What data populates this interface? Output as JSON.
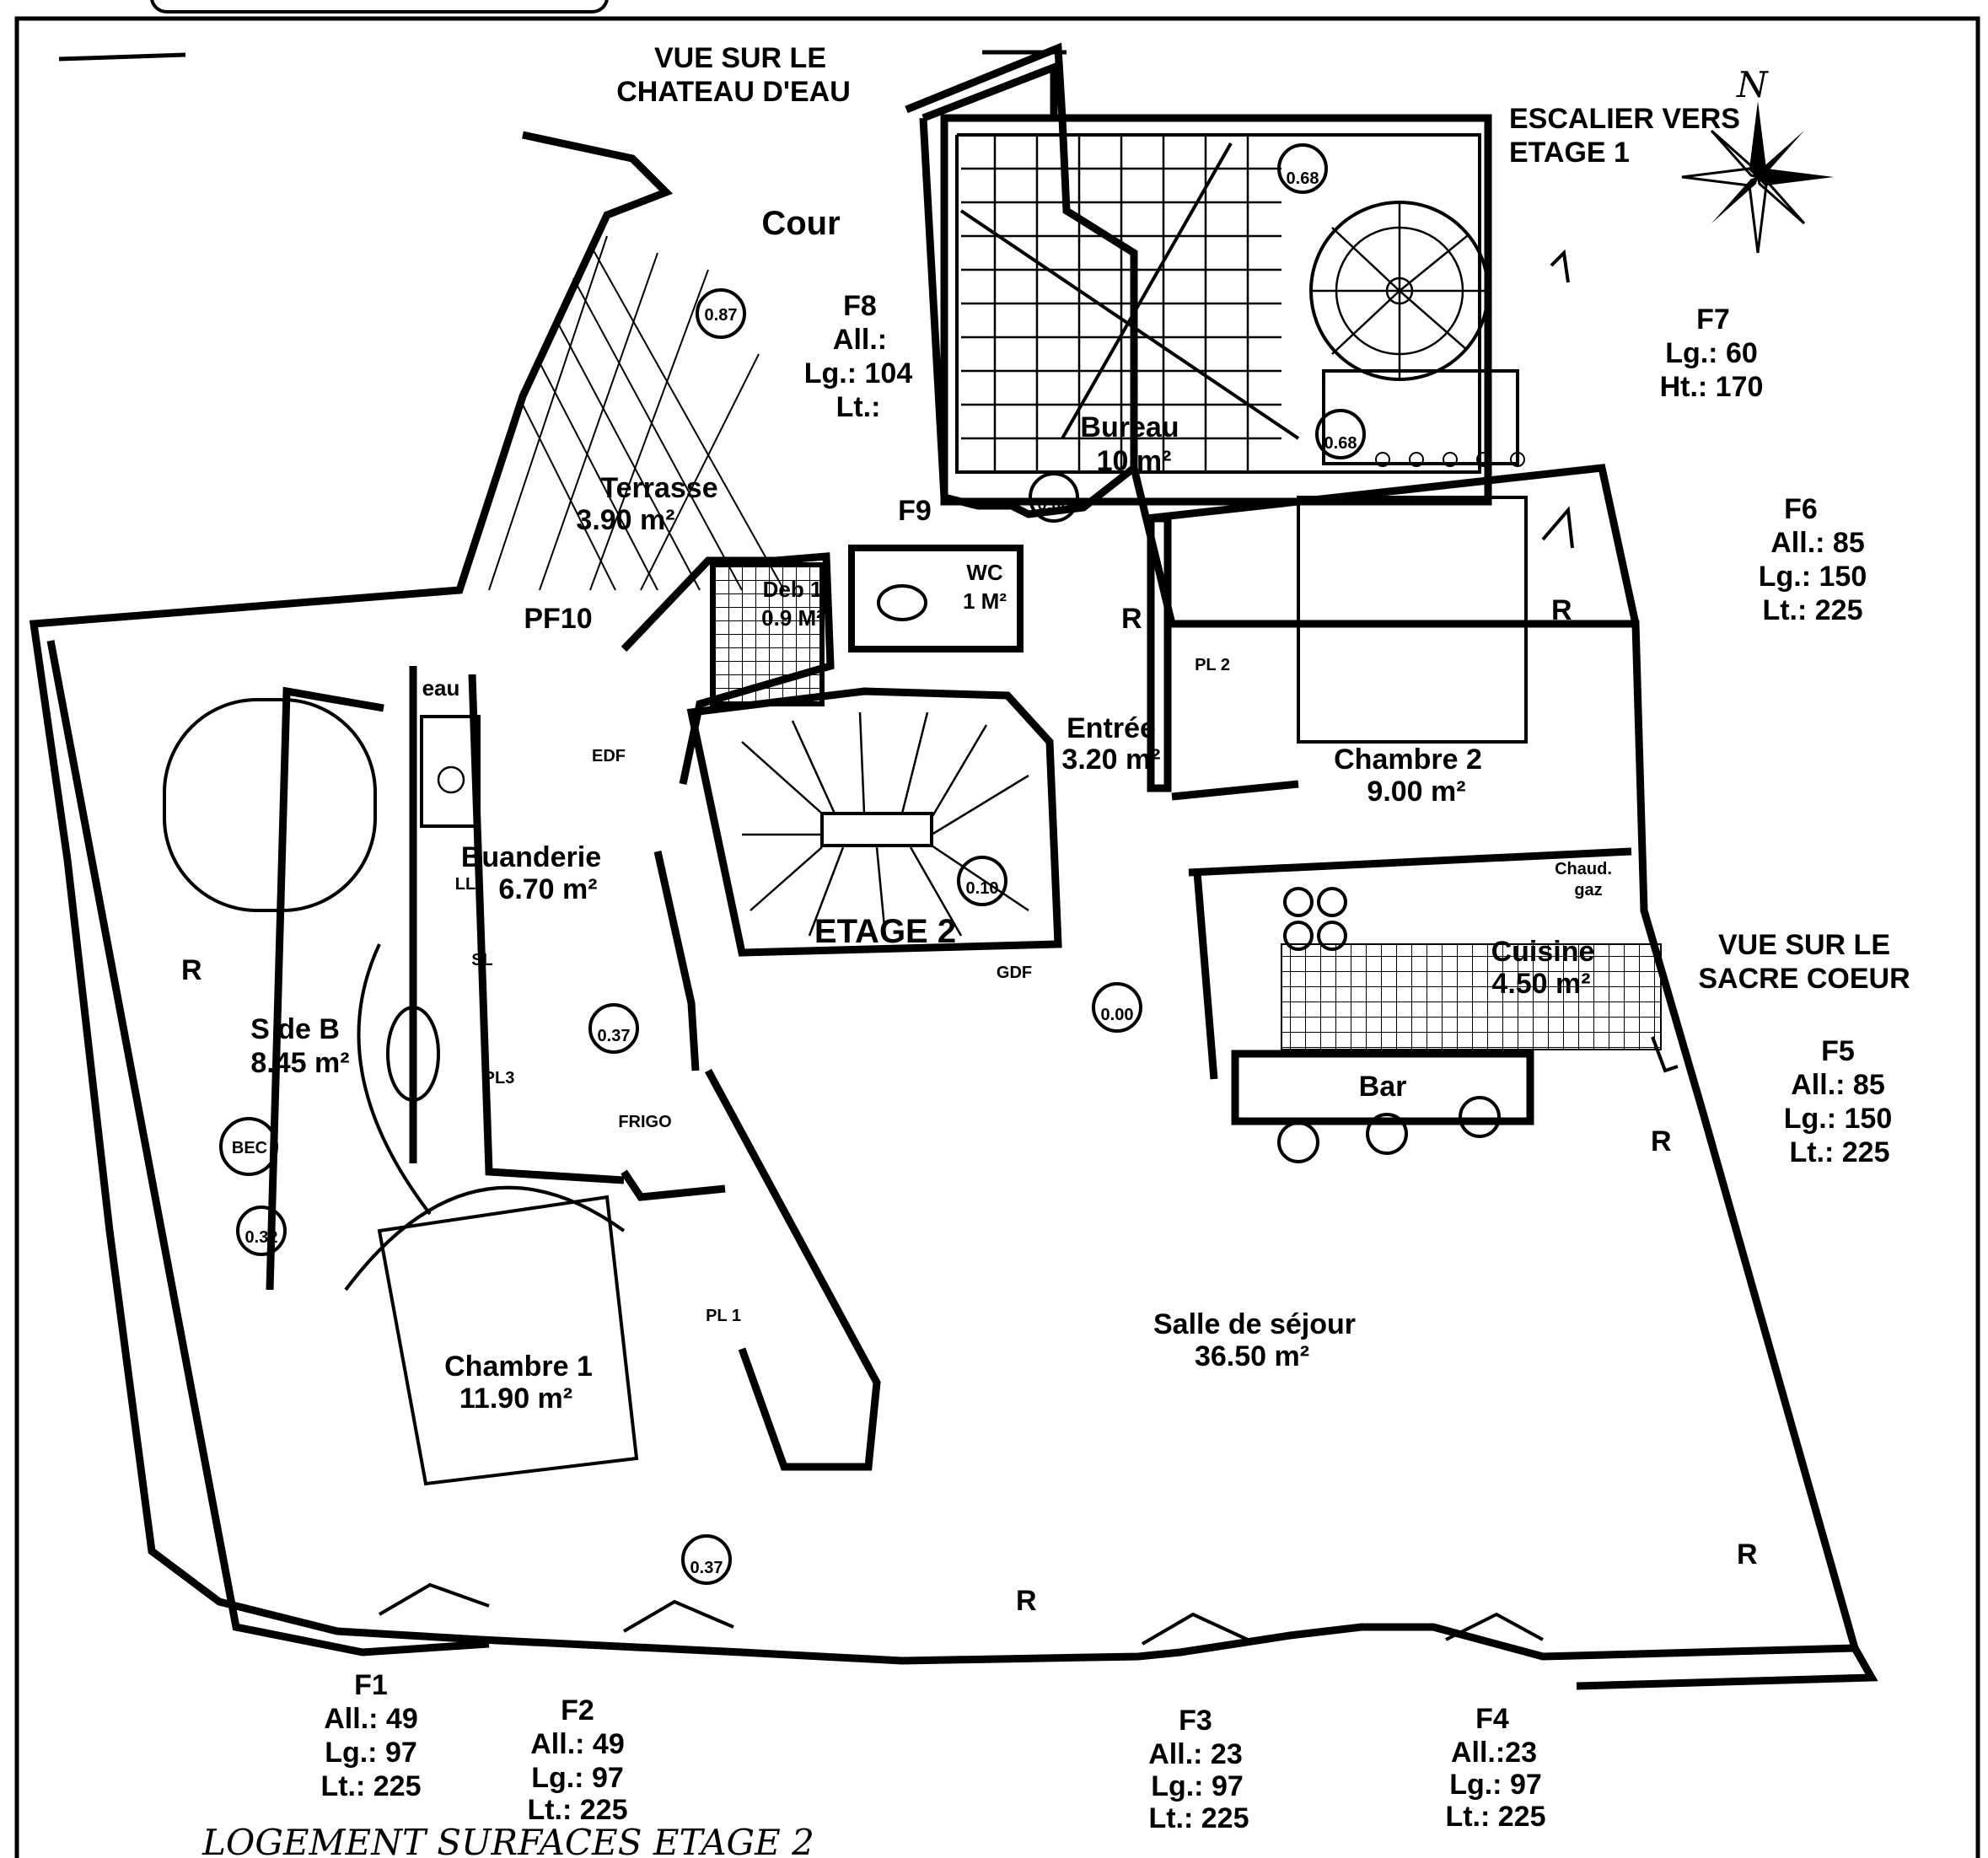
{
  "plan": {
    "handwritten_note": "LOGEMENT SURFACES ETAGE 2",
    "compass": {
      "north": "N"
    },
    "views": {
      "top_line1": "VUE SUR LE",
      "top_line2": "CHATEAU D'EAU",
      "right_line1": "VUE SUR LE",
      "right_line2": "SACRE COEUR"
    },
    "stairs_up": {
      "line1": "ESCALIER VERS",
      "line2": "ETAGE 1"
    },
    "floor_label": "ETAGE 2",
    "rooms": {
      "cour": {
        "name": "Cour"
      },
      "terrasse": {
        "name": "Terrasse",
        "area": "3.90 m²"
      },
      "bureau": {
        "name": "Bureau",
        "area": "10 m²"
      },
      "deb": {
        "name": "Deb 1",
        "area": "0.9 M²"
      },
      "wc": {
        "name": "WC",
        "area": "1 M²"
      },
      "entree": {
        "name": "Entrée",
        "area": "3.20 m²"
      },
      "chambre2": {
        "name": "Chambre 2",
        "area": "9.00 m²"
      },
      "buanderie": {
        "name": "Buanderie",
        "area": "6.70 m²"
      },
      "sdb": {
        "name": "S de B",
        "area": "8.45 m²"
      },
      "cuisine": {
        "name": "Cuisine",
        "area": "4.50 m²"
      },
      "bar": {
        "name": "Bar"
      },
      "sejour": {
        "name": "Salle de séjour",
        "area": "36.50 m²"
      },
      "chambre1": {
        "name": "Chambre 1",
        "area": "11.90 m²"
      }
    },
    "fixtures": {
      "pf10": "PF10",
      "eau": "eau",
      "edf": "EDF",
      "ll": "LL",
      "sl": "SL",
      "frigo": "FRIGO",
      "pl1": "PL 1",
      "pl2": "PL 2",
      "pl3": "PL3",
      "bec": "BEC",
      "chaud1": "Chaud.",
      "chaud2": "gaz",
      "gdf": "GDF",
      "f9": "F9"
    },
    "levels": {
      "l_087": "0.87",
      "l_068a": "0.68",
      "l_068b": "0.68",
      "l_006": "0.06",
      "l_010": "0.10",
      "l_000": "0.00",
      "l_037a": "0.37",
      "l_037b": "0.37",
      "l_032": "0.32"
    },
    "radiator": "R",
    "windows": {
      "f1": {
        "id": "F1",
        "all": "All.: 49",
        "lg": "Lg.: 97",
        "lt": "Lt.: 225"
      },
      "f2": {
        "id": "F2",
        "all": "All.: 49",
        "lg": "Lg.: 97",
        "lt": "Lt.: 225"
      },
      "f3": {
        "id": "F3",
        "all": "All.: 23",
        "lg": "Lg.: 97",
        "lt": "Lt.: 225"
      },
      "f4": {
        "id": "F4",
        "all": "All.:23",
        "lg": "Lg.: 97",
        "lt": "Lt.: 225"
      },
      "f5": {
        "id": "F5",
        "all": "All.: 85",
        "lg": "Lg.: 150",
        "lt": "Lt.: 225"
      },
      "f6": {
        "id": "F6",
        "all": "All.: 85",
        "lg": "Lg.: 150",
        "lt": "Lt.: 225"
      },
      "f7": {
        "id": "F7",
        "lg": "Lg.: 60",
        "ht": "Ht.: 170"
      },
      "f8": {
        "id": "F8",
        "all": "All.:",
        "lg": "Lg.: 104",
        "lt": "Lt.:"
      }
    }
  }
}
